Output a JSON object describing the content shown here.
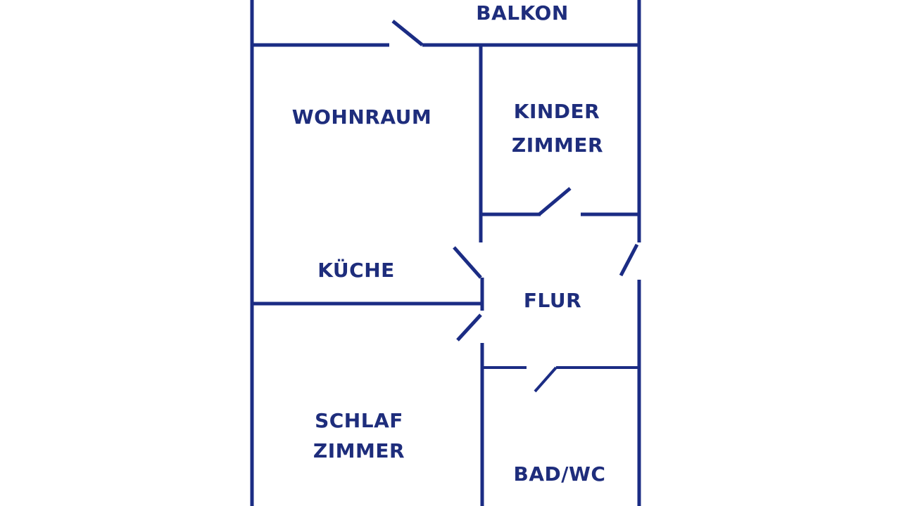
{
  "floorplan": {
    "rooms": {
      "balkon": "BALKON",
      "wohnraum": "WOHNRAUM",
      "kinder_line1": "KINDER",
      "kinder_line2": "ZIMMER",
      "kueche": "KÜCHE",
      "flur": "FLUR",
      "schlaf_line1": "SCHLAF",
      "schlaf_line2": "ZIMMER",
      "bad": "BAD/WC"
    },
    "wall_color": "#1b2c84"
  }
}
